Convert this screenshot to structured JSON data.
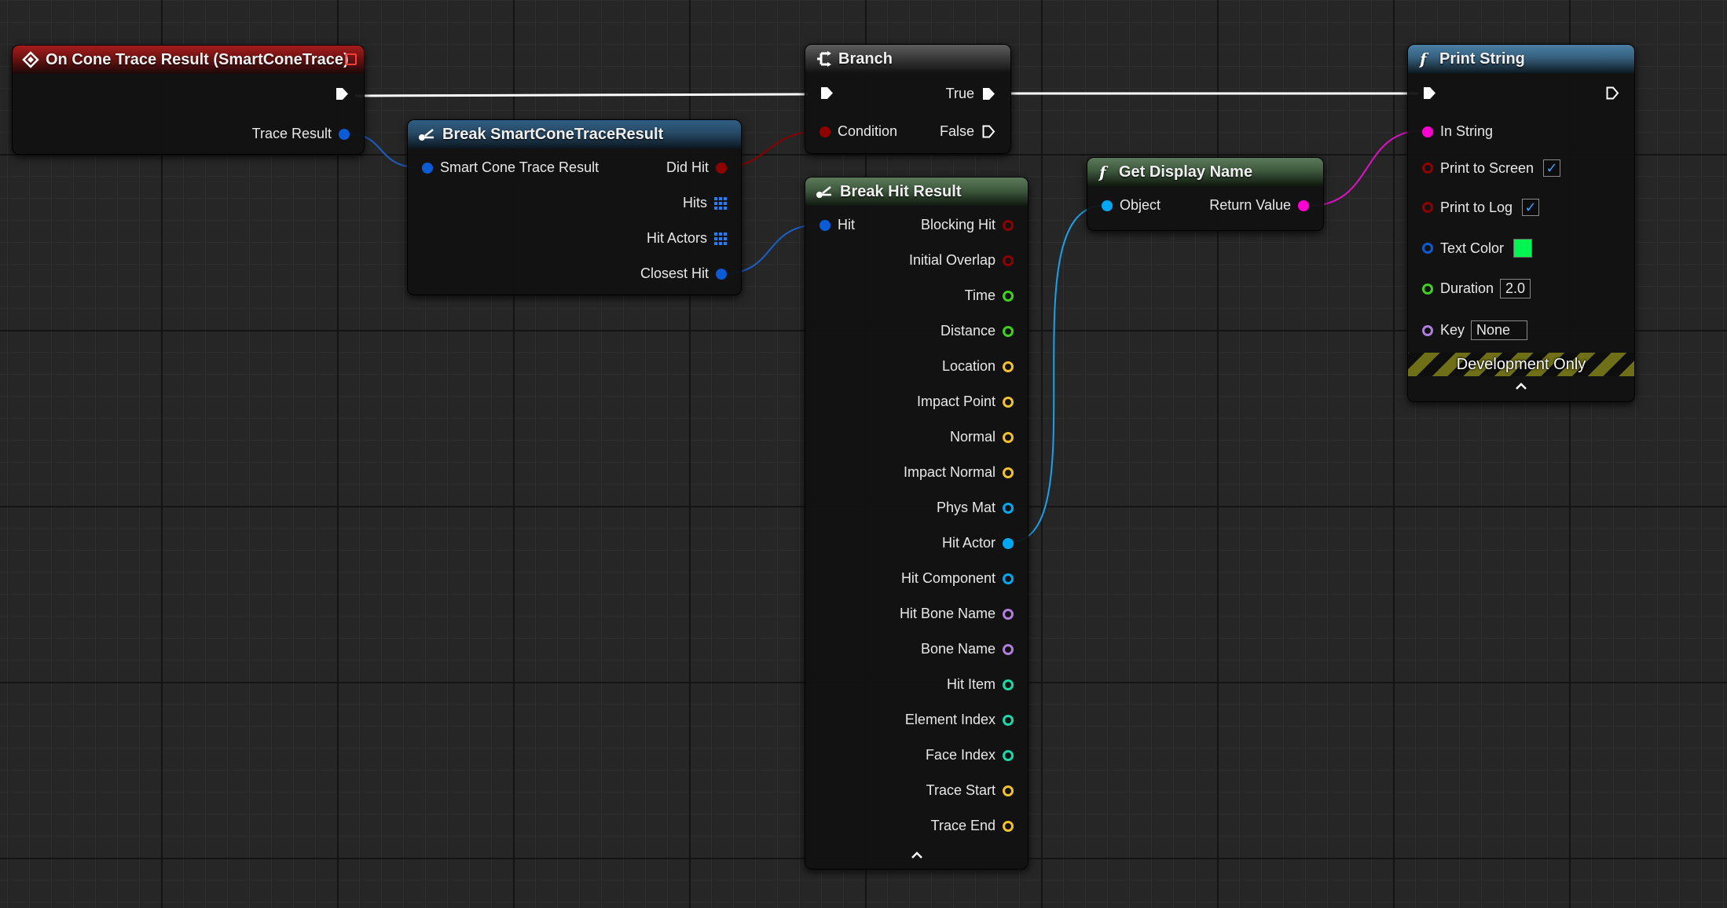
{
  "colors": {
    "exec": "#ffffff",
    "boolean": "#8f0000",
    "struct": "#0a5bd5",
    "object": "#00a8f4",
    "float": "#3ed11e",
    "vector": "#f2c12e",
    "name": "#b07edd",
    "string": "#ff00d2",
    "integer": "#1bd8a8",
    "linear_color": "#0a5bd5",
    "text_color_value": "#00f550"
  },
  "nodes": {
    "event": {
      "title": "On Cone Trace Result (SmartConeTrace)",
      "icon": "event-diamond-icon",
      "pins": {
        "trace_result": "Trace Result"
      }
    },
    "break_smart": {
      "title": "Break SmartConeTraceResult",
      "icon": "break-struct-icon",
      "pins": {
        "smart_cone_trace_result": "Smart Cone Trace Result",
        "did_hit": "Did Hit",
        "hits": "Hits",
        "hit_actors": "Hit Actors",
        "closest_hit": "Closest Hit"
      }
    },
    "branch": {
      "title": "Branch",
      "icon": "branch-icon",
      "pins": {
        "true": "True",
        "condition": "Condition",
        "false": "False"
      }
    },
    "break_hit": {
      "title": "Break Hit Result",
      "icon": "break-struct-icon",
      "pins": {
        "hit": "Hit",
        "blocking_hit": "Blocking Hit",
        "initial_overlap": "Initial Overlap",
        "time": "Time",
        "distance": "Distance",
        "location": "Location",
        "impact_point": "Impact Point",
        "normal": "Normal",
        "impact_normal": "Impact Normal",
        "phys_mat": "Phys Mat",
        "hit_actor": "Hit Actor",
        "hit_component": "Hit Component",
        "hit_bone_name": "Hit Bone Name",
        "bone_name": "Bone Name",
        "hit_item": "Hit Item",
        "element_index": "Element Index",
        "face_index": "Face Index",
        "trace_start": "Trace Start",
        "trace_end": "Trace End"
      }
    },
    "get_display_name": {
      "title": "Get Display Name",
      "icon": "function-icon",
      "pins": {
        "object": "Object",
        "return_value": "Return Value"
      }
    },
    "print_string": {
      "title": "Print String",
      "icon": "function-icon",
      "pins": {
        "in_string": "In String",
        "print_to_screen": "Print to Screen",
        "print_to_log": "Print to Log",
        "text_color": "Text Color",
        "duration": "Duration",
        "key": "Key"
      },
      "values": {
        "print_to_screen_checked": true,
        "print_to_log_checked": true,
        "duration": "2.0",
        "key": "None"
      },
      "footer": "Development Only"
    }
  }
}
